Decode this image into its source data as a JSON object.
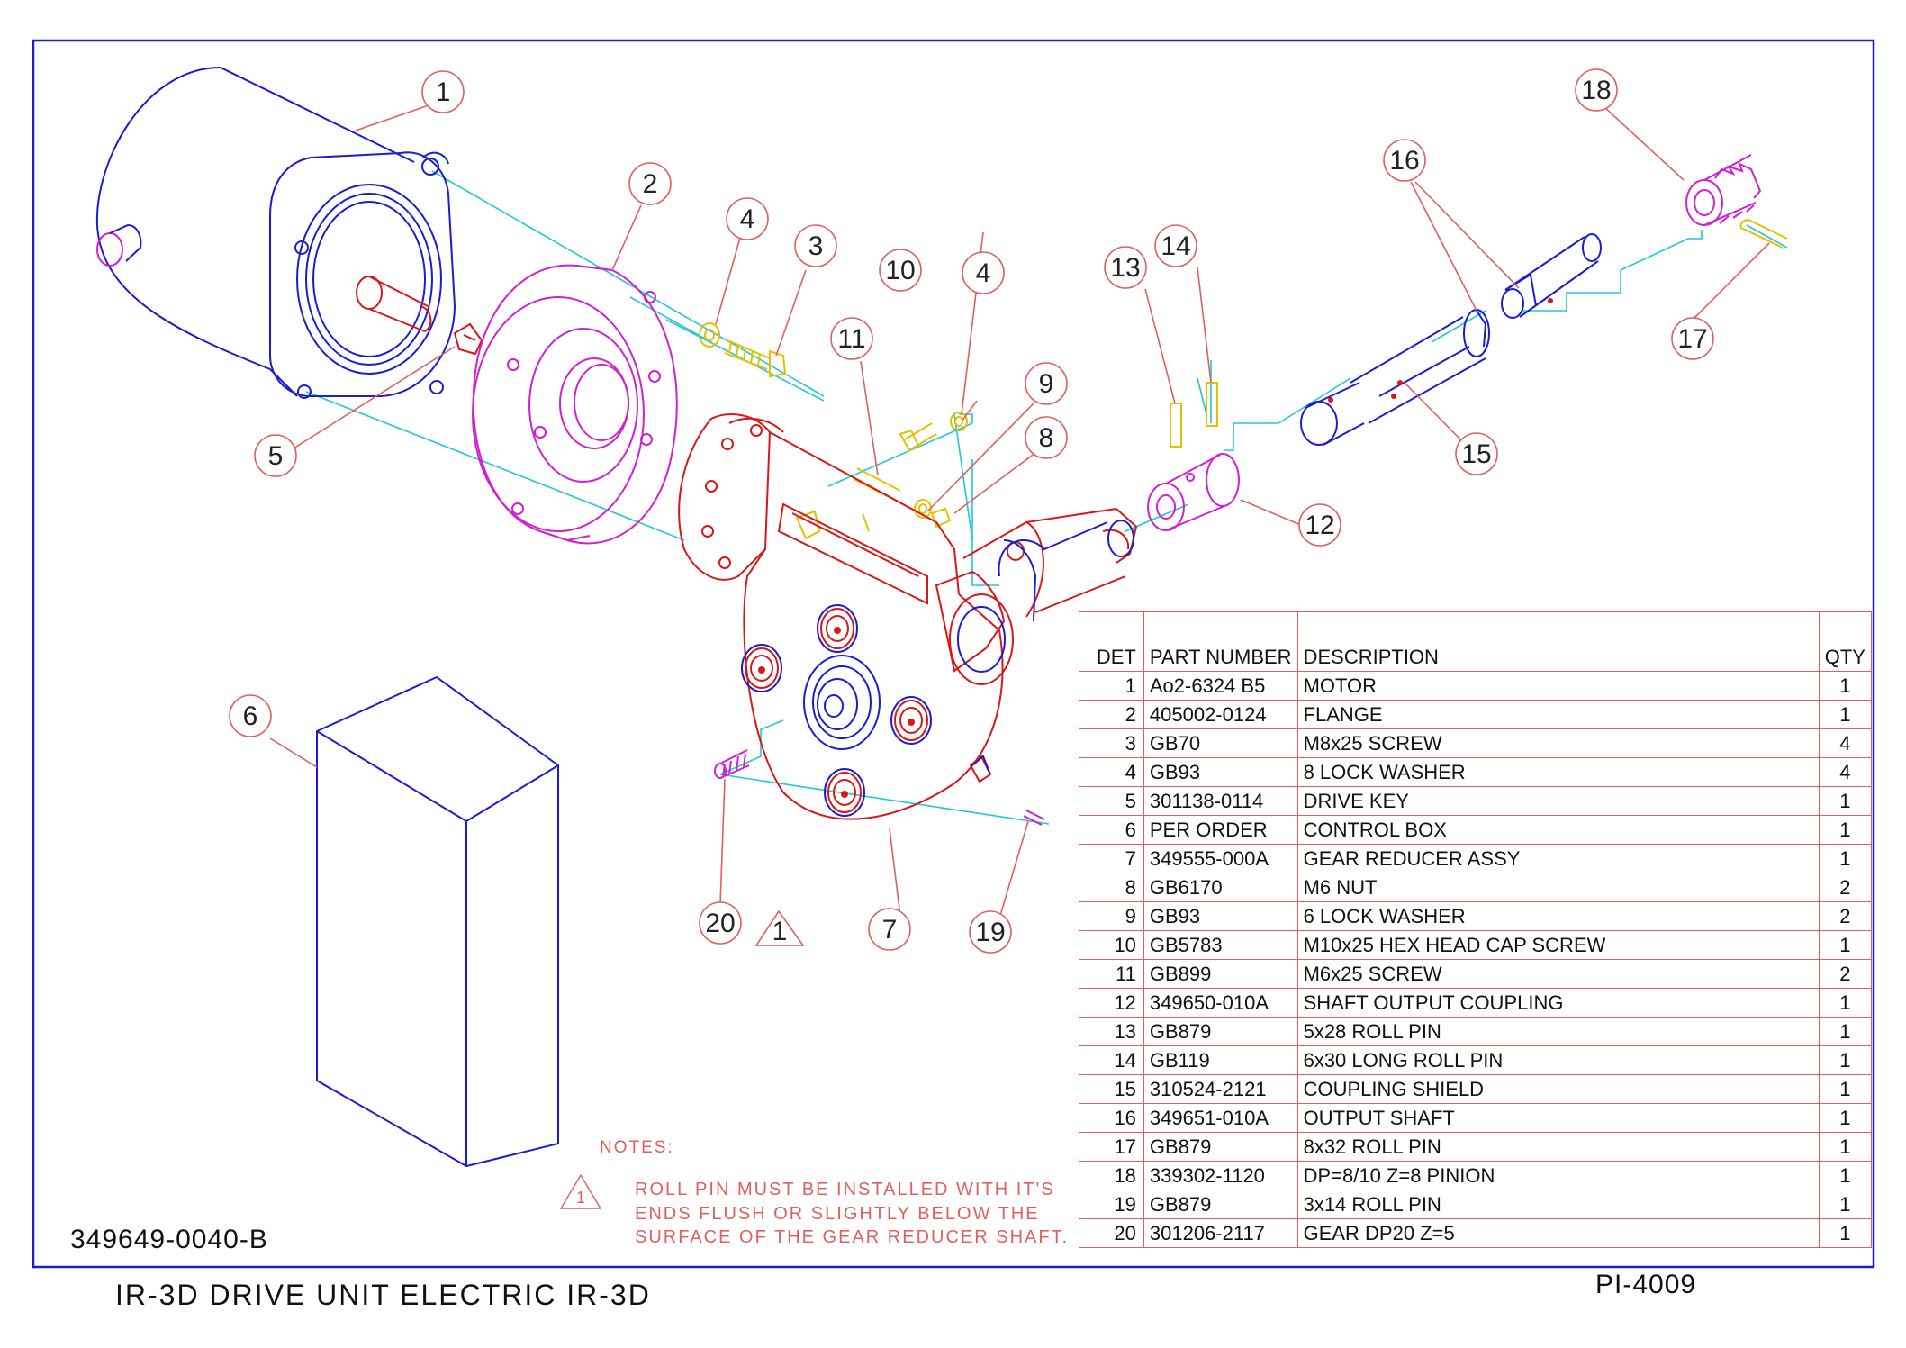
{
  "document": {
    "drawing_number": "349649-0040-B",
    "title": "IR-3D  DRIVE UNIT ELECTRIC IR-3D",
    "sheet_ref": "PI-4009"
  },
  "notes": {
    "heading": "NOTES:",
    "marker": "1",
    "lines": [
      "ROLL PIN MUST BE INSTALLED WITH IT'S",
      "ENDS FLUSH OR SLIGHTLY BELOW THE",
      "SURFACE OF THE GEAR REDUCER SHAFT."
    ]
  },
  "callouts": {
    "c1": "1",
    "c2": "2",
    "c3": "3",
    "c4a": "4",
    "c4b": "4",
    "c5": "5",
    "c6": "6",
    "c7": "7",
    "c8": "8",
    "c9": "9",
    "c10": "10",
    "c11": "11",
    "c12": "12",
    "c13": "13",
    "c14": "14",
    "c15": "15",
    "c16": "16",
    "c17": "17",
    "c18": "18",
    "c19": "19",
    "c20": "20",
    "tri": "1"
  },
  "bom": {
    "headers": {
      "det": "DET",
      "part": "PART NUMBER",
      "desc": "DESCRIPTION",
      "qty": "QTY"
    },
    "rows": [
      {
        "det": "1",
        "part": "Ao2-6324 B5",
        "desc": " MOTOR",
        "qty": "1"
      },
      {
        "det": "2",
        "part": "405002-0124",
        "desc": "FLANGE",
        "qty": "1"
      },
      {
        "det": "3",
        "part": "GB70",
        "desc": "M8x25  SCREW",
        "qty": "4"
      },
      {
        "det": "4",
        "part": "GB93",
        "desc": "8  LOCK WASHER",
        "qty": "4"
      },
      {
        "det": "5",
        "part": "301138-0114",
        "desc": "DRIVE KEY",
        "qty": "1"
      },
      {
        "det": "6",
        "part": "PER ORDER",
        "desc": "CONTROL BOX",
        "qty": "1"
      },
      {
        "det": "7",
        "part": "349555-000A",
        "desc": "GEAR REDUCER ASSY",
        "qty": "1"
      },
      {
        "det": "8",
        "part": "GB6170",
        "desc": "M6 NUT",
        "qty": "2"
      },
      {
        "det": "9",
        "part": "GB93",
        "desc": "6  LOCK WASHER",
        "qty": "2"
      },
      {
        "det": "10",
        "part": "GB5783",
        "desc": "M10x25        HEX HEAD CAP SCREW",
        "qty": "1"
      },
      {
        "det": "11",
        "part": "GB899",
        "desc": "M6x25  SCREW",
        "qty": "2"
      },
      {
        "det": "12",
        "part": "349650-010A",
        "desc": "SHAFT OUTPUT COUPLING",
        "qty": "1"
      },
      {
        "det": "13",
        "part": "GB879",
        "desc": "5x28  ROLL PIN",
        "qty": "1"
      },
      {
        "det": "14",
        "part": "GB119",
        "desc": "6x30  LONG ROLL PIN",
        "qty": "1"
      },
      {
        "det": "15",
        "part": "310524-2121",
        "desc": "COUPLING SHIELD",
        "qty": "1"
      },
      {
        "det": "16",
        "part": "349651-010A",
        "desc": "OUTPUT SHAFT",
        "qty": "1"
      },
      {
        "det": "17",
        "part": "GB879",
        "desc": "8x32  ROLL PIN",
        "qty": "1"
      },
      {
        "det": "18",
        "part": "339302-1120",
        "desc": "DP=8/10 Z=8   PINION",
        "qty": "1"
      },
      {
        "det": "19",
        "part": "GB879",
        "desc": "3x14  ROLL PIN",
        "qty": "1"
      },
      {
        "det": "20",
        "part": "301206-2117",
        "desc": "GEAR DP20 Z=5",
        "qty": "1"
      }
    ]
  },
  "colors": {
    "frame": "#1c1cd0",
    "motor": "#1c1cd0",
    "flange": "#d020d0",
    "reducer": "#d81818",
    "hardware": "#e6c000",
    "centerline": "#20c8d8",
    "leader": "#e06060"
  }
}
